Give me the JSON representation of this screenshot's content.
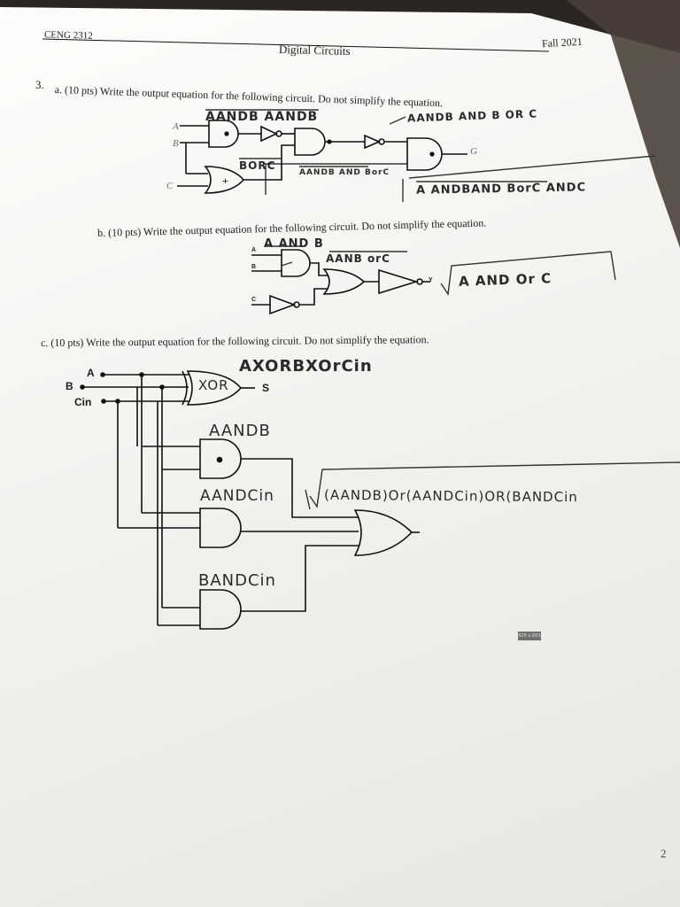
{
  "header": {
    "course": "CENG 2312",
    "title": "Digital Circuits",
    "term": "Fall 2021"
  },
  "q3a": {
    "number": "3.",
    "prompt": "a. (10 pts) Write the output equation for the following circuit. Do not simplify the equation.",
    "inputs": [
      "A",
      "B",
      "C"
    ],
    "output": "G",
    "plus_symbol": "+",
    "notes": {
      "top_left": "AANDB AANDB",
      "top_right": "AANDB AND B OR C",
      "bor": "BORC",
      "middle": "AANDB AND BorC",
      "answer": "A ANDBAND BorC ANDC"
    }
  },
  "q3b": {
    "prompt": "b. (10 pts) Write the output equation for the following circuit. Do not simplify the equation.",
    "inputs": [
      "A",
      "B",
      "C"
    ],
    "output": "Y",
    "notes": {
      "top": "A AND B",
      "middle": "AANB orC",
      "answer": "A AND Or C"
    }
  },
  "q3c": {
    "prompt": "c. (10 pts) Write the output equation for the following circuit. Do not simplify the equation.",
    "inputs": [
      "A",
      "B",
      "Cin"
    ],
    "output": "S",
    "notes": {
      "xor_expr": "AXORBXOrCin",
      "xor_gate": "XOR",
      "and1": "AANDB",
      "and2": "AANDCin",
      "answer": "(AANDB)Or(AANDCin)OR(BANDCin",
      "and3": "BANDCin"
    }
  },
  "size_label": "826 x 803",
  "page_number": "2"
}
